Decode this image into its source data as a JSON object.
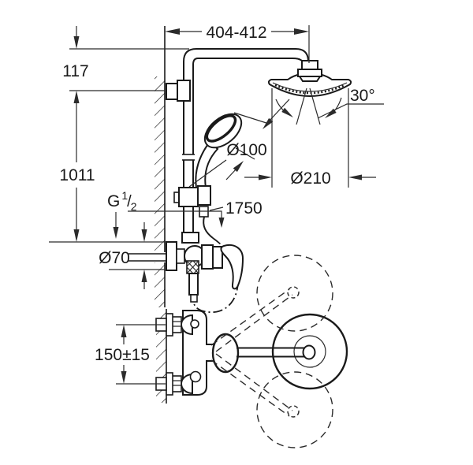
{
  "diagram": {
    "dimensions": {
      "arm_projection": "404-412",
      "arm_drop": "117",
      "riser_height": "1011",
      "thread": {
        "prefix": "G",
        "numerator": "1",
        "separator": "/",
        "denominator": "2"
      },
      "escutcheon_diameter": "Ø70",
      "hand_shower_diameter": "Ø100",
      "hose_length": "1750",
      "head_tilt_angle": "30°",
      "head_shower_diameter": "Ø210",
      "supply_center_distance": "150±15"
    }
  }
}
